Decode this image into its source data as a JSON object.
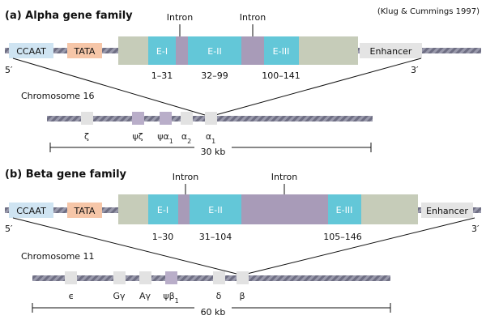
{
  "citation": "(Klug & Cummings 1997)",
  "colors": {
    "background": "#ffffff",
    "dna_strand": "#7a7a8c",
    "exon": "#63c7d8",
    "intron": "#a89bb8",
    "flank": "#c6ccb9",
    "ccaat_box": "#cfe4f2",
    "tata_box": "#f6c6a8",
    "enhancer_box": "#e4e4e4",
    "gene_marker": "#e2e2e2",
    "pseudogene_marker": "#b9aec9"
  },
  "alpha": {
    "heading": "(a) Alpha gene family",
    "intron1_label": "Intron",
    "intron2_label": "Intron",
    "ccaat_label": "CCAAT",
    "tata_label": "TATA",
    "enhancer_label": "Enhancer",
    "end5_label": "5′",
    "end3_label": "3′",
    "exon1_label": "E-I",
    "exon2_label": "E-II",
    "exon3_label": "E-III",
    "exon1_range": "1–31",
    "exon2_range": "32–99",
    "exon3_range": "100–141",
    "chromosome_label": "Chromosome 16",
    "scale_label": "30 kb",
    "genes": [
      {
        "label": "ζ",
        "sub": "",
        "type": "gene"
      },
      {
        "label": "ψζ",
        "sub": "",
        "type": "pseudogene"
      },
      {
        "label": "ψα",
        "sub": "1",
        "type": "pseudogene"
      },
      {
        "label": "α",
        "sub": "2",
        "type": "gene"
      },
      {
        "label": "α",
        "sub": "1",
        "type": "gene"
      }
    ]
  },
  "beta": {
    "heading": "(b) Beta gene family",
    "intron1_label": "Intron",
    "intron2_label": "Intron",
    "ccaat_label": "CCAAT",
    "tata_label": "TATA",
    "enhancer_label": "Enhancer",
    "end5_label": "5′",
    "end3_label": "3′",
    "exon1_label": "E-I",
    "exon2_label": "E-II",
    "exon3_label": "E-III",
    "exon1_range": "1–30",
    "exon2_range": "31–104",
    "exon3_range": "105–146",
    "chromosome_label": "Chromosome 11",
    "scale_label": "60 kb",
    "genes": [
      {
        "label": "ϵ",
        "sub": "",
        "type": "gene"
      },
      {
        "label": "Gγ",
        "sub": "",
        "type": "gene"
      },
      {
        "label": "Aγ",
        "sub": "",
        "type": "gene"
      },
      {
        "label": "ψβ",
        "sub": "1",
        "type": "pseudogene"
      },
      {
        "label": "δ",
        "sub": "",
        "type": "gene"
      },
      {
        "label": "β",
        "sub": "",
        "type": "gene"
      }
    ]
  }
}
